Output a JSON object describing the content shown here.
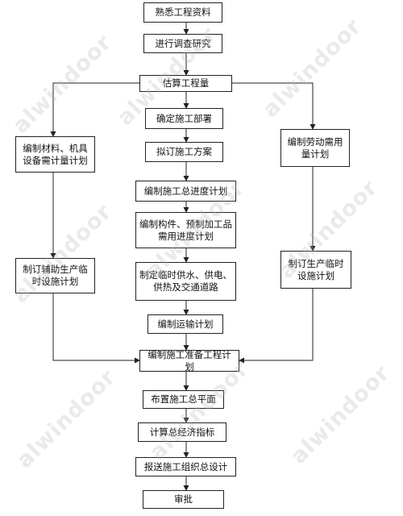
{
  "watermark": "alwindoor",
  "colors": {
    "line": "#222222",
    "box_border": "#222222",
    "watermark": "#b4b4b4"
  },
  "nodes": {
    "n1": "熟悉工程资料",
    "n2": "进行调查研究",
    "n3": "估算工程量",
    "n4": "确定施工部署",
    "n5": "拟订施工方案",
    "n6": "编制施工总进度计划",
    "n7": "编制构件、预制加工品需用进度计划",
    "n8": "制定临时供水、供电、供热及交通道路",
    "n9": "编制运输计划",
    "n10": "编制施工准备工程计划",
    "n11": "布置施工总平面",
    "n12": "计算总经济指标",
    "n13": "报送施工组织总设计",
    "n14": "审批",
    "left1": "编制材料、机具设备需计量计划",
    "left2": "制订辅助生产临时设施计划",
    "right1": "编制劳动需用量计划",
    "right2": "制订生产临时设施计划"
  }
}
